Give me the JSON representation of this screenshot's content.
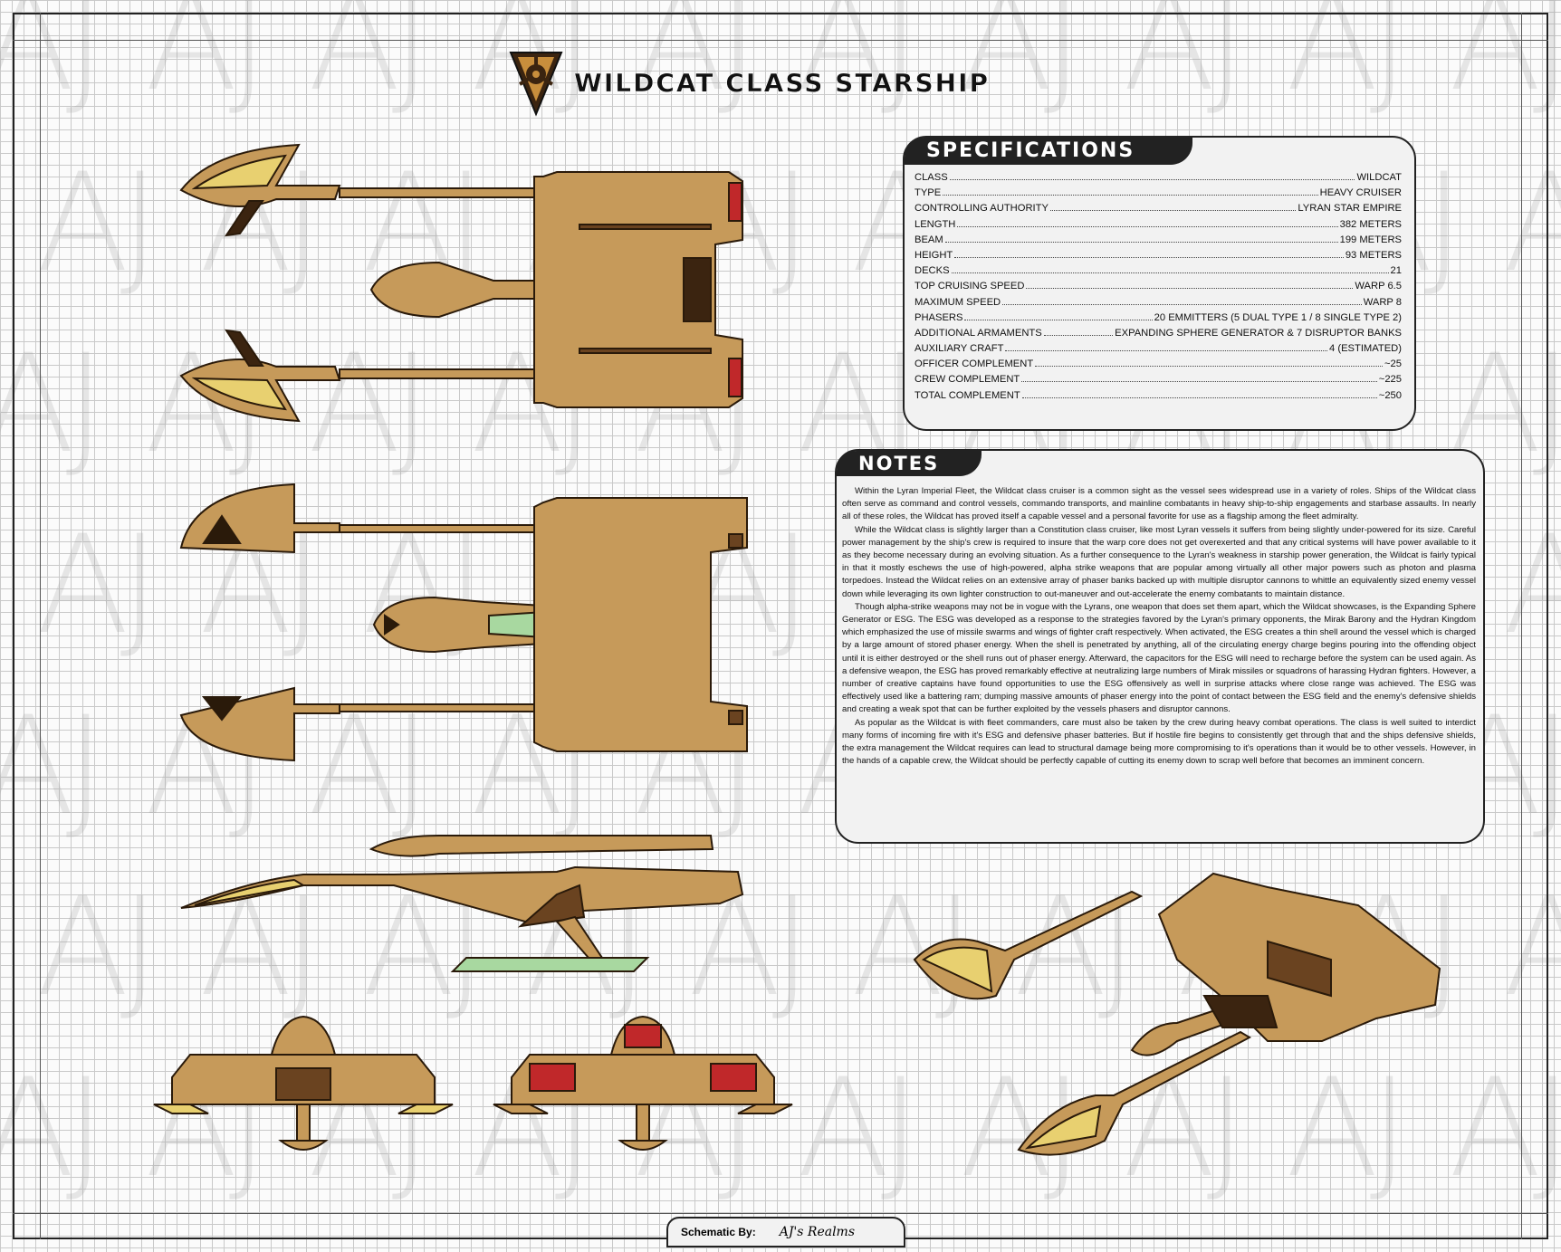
{
  "header": {
    "title": "WILDCAT CLASS STARSHIP",
    "emblem_icon": "lyran-emblem-icon"
  },
  "watermark": {
    "text": "AJ"
  },
  "specifications": {
    "heading": "SPECIFICATIONS",
    "rows": [
      {
        "key": "CLASS",
        "value": "WILDCAT"
      },
      {
        "key": "TYPE",
        "value": "HEAVY CRUISER"
      },
      {
        "key": "CONTROLLING AUTHORITY",
        "value": "LYRAN STAR EMPIRE"
      },
      {
        "key": "LENGTH",
        "value": "382 METERS"
      },
      {
        "key": "BEAM",
        "value": "199 METERS"
      },
      {
        "key": "HEIGHT",
        "value": "93 METERS"
      },
      {
        "key": "DECKS",
        "value": "21"
      },
      {
        "key": "TOP CRUISING SPEED",
        "value": "WARP 6.5"
      },
      {
        "key": "MAXIMUM SPEED",
        "value": "WARP 8"
      },
      {
        "key": "PHASERS",
        "value": "20 EMMITTERS (5 DUAL TYPE 1 / 8 SINGLE TYPE 2)"
      },
      {
        "key": "ADDITIONAL ARMAMENTS",
        "value": "EXPANDING SPHERE GENERATOR & 7 DISRUPTOR BANKS"
      },
      {
        "key": "AUXILIARY CRAFT",
        "value": "4 (ESTIMATED)"
      },
      {
        "key": "OFFICER COMPLEMENT",
        "value": "~25"
      },
      {
        "key": "CREW COMPLEMENT",
        "value": "~225"
      },
      {
        "key": "TOTAL COMPLEMENT",
        "value": "~250"
      }
    ]
  },
  "notes": {
    "heading": "NOTES",
    "paragraphs": [
      "Within the Lyran Imperial Fleet, the Wildcat class cruiser is a common sight as the vessel sees widespread use in a variety of roles. Ships of the Wildcat class often serve as command and control vessels, commando transports, and mainline combatants in heavy ship-to-ship engagements and starbase assaults.  In nearly all of these roles, the Wildcat has proved itself a capable vessel and a personal favorite for use as a flagship among the fleet admiralty.",
      "While the Wildcat class is slightly larger than a Constitution class cruiser, like most Lyran vessels it suffers from being slightly under-powered for its size. Careful power management by the ship's crew is required to insure that the warp core does not get overexerted and that any critical systems will have power available to it as they become necessary during an evolving situation.  As a further consequence to the Lyran's weakness in starship power generation, the Wildcat is fairly typical in that it mostly eschews the use of high-powered, alpha strike weapons that are popular among virtually all other major powers such as photon and plasma torpedoes.  Instead the Wildcat relies on an extensive array of phaser banks backed up with multiple disruptor cannons to whittle an equivalently sized enemy vessel down while leveraging its own lighter construction to out-maneuver and out-accelerate the enemy combatants to maintain distance.",
      "Though alpha-strike weapons may not be in vogue with the Lyrans, one weapon that does set them apart, which the Wildcat showcases, is the Expanding Sphere Generator or ESG.  The ESG was developed as a response to the strategies favored by the Lyran's primary opponents, the Mirak Barony and the Hydran Kingdom which emphasized the use of missile swarms and wings of fighter craft respectively.  When activated, the ESG creates a thin shell around the vessel which is charged by a large amount of stored phaser energy.  When the shell is penetrated by anything, all of the circulating energy charge begins pouring into the offending object until it is either destroyed or the shell runs out of phaser energy.  Afterward, the capacitors for the ESG will need to recharge before the system can be used again.  As a defensive weapon, the ESG has proved remarkably effective at neutralizing large numbers of Mirak missiles or squadrons of harassing Hydran fighters.  However, a number of creative captains have found opportunities to use the ESG offensively as well in surprise attacks where close range was achieved.  The ESG was effectively used like a battering ram; dumping massive amounts of phaser energy into the point of contact between the ESG field and the enemy's defensive shields and creating a weak spot that can be further exploited by the vessels phasers and disruptor cannons.",
      "As popular as the Wildcat is with fleet commanders, care must also be taken by the crew during heavy combat operations.  The class is well suited to interdict many forms of incoming fire with it's ESG and defensive phaser batteries. But if hostile fire begins to consistently get through that and the ships defensive shields, the extra management the Wildcat requires can lead to structural damage being more compromising to it's operations than it would be to other vessels.  However, in the hands of a capable crew, the Wildcat should be perfectly capable of cutting its enemy down to scrap well before that becomes an imminent concern."
    ]
  },
  "footer": {
    "label": "Schematic By:",
    "signature": "AJ's Realms"
  },
  "colors": {
    "hull": "#c69a5a",
    "hull_dark": "#6a4320",
    "outline": "#2a1a0a",
    "accent_yellow": "#e8d070",
    "accent_red": "#c0282a",
    "accent_green": "#a8d8a0"
  }
}
